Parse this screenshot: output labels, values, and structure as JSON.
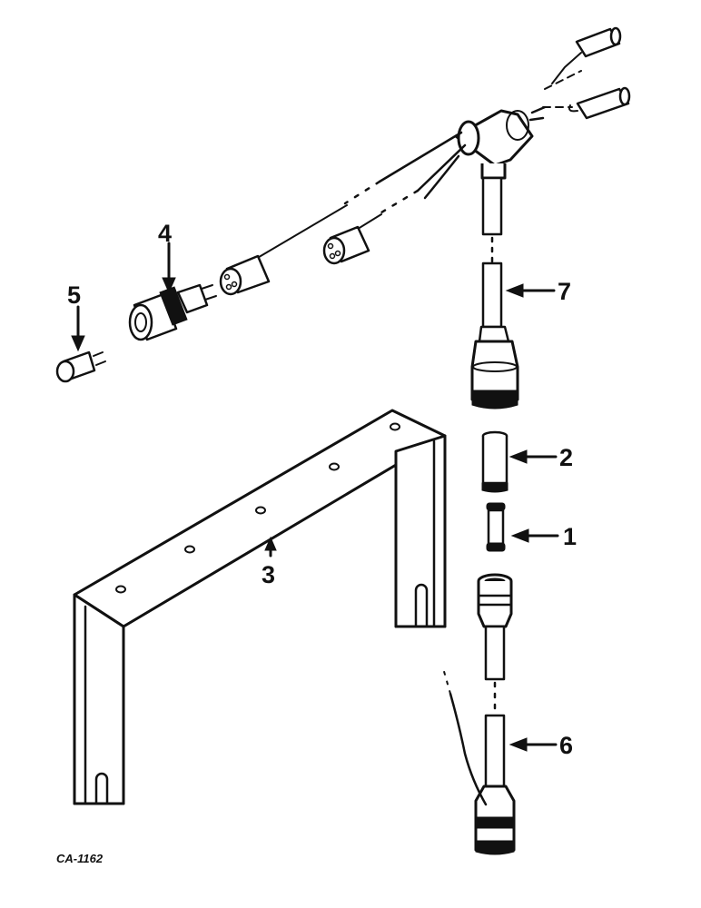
{
  "figure_code": "CA-1162",
  "callouts": [
    {
      "id": "1",
      "label": "1"
    },
    {
      "id": "2",
      "label": "2"
    },
    {
      "id": "3",
      "label": "3"
    },
    {
      "id": "4",
      "label": "4"
    },
    {
      "id": "5",
      "label": "5"
    },
    {
      "id": "6",
      "label": "6"
    },
    {
      "id": "7",
      "label": "7"
    }
  ],
  "colors": {
    "ink": "#111111",
    "paper": "#ffffff"
  }
}
